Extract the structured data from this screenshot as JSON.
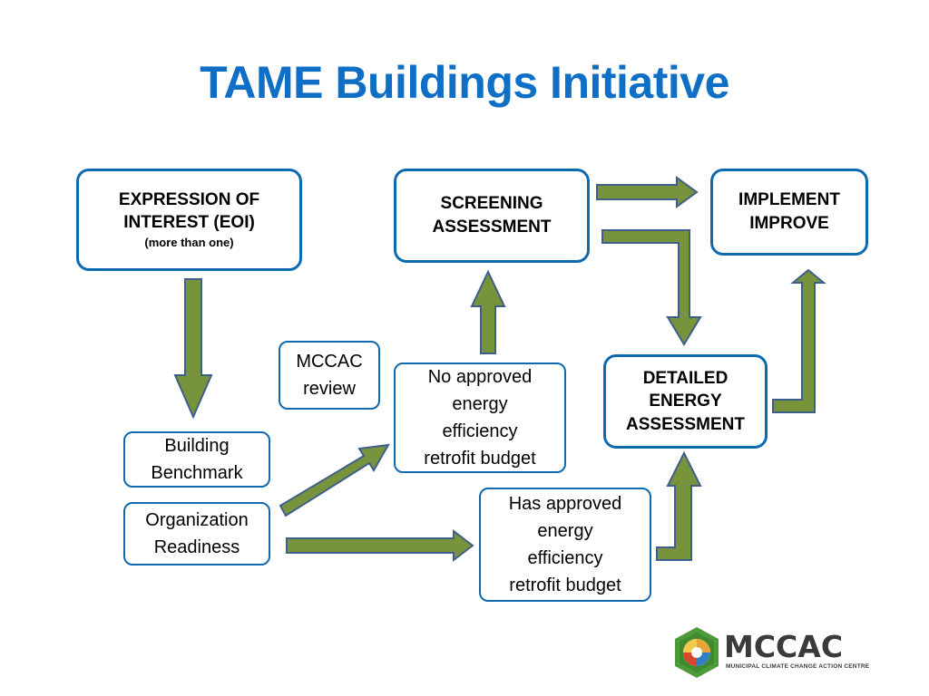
{
  "title": "TAME Buildings Initiative",
  "colors": {
    "title": "#0f6fc6",
    "box_border": "#0e6ab0",
    "arrow_fill": "#77933c",
    "arrow_stroke": "#3e5f8a"
  },
  "boxes": {
    "eoi": {
      "line1": "EXPRESSION OF",
      "line2": "INTEREST (EOI)",
      "note": "(more than one)"
    },
    "screening": {
      "line1": "SCREENING",
      "line2": "ASSESSMENT"
    },
    "implement": {
      "line1": "IMPLEMENT",
      "line2": "IMPROVE"
    },
    "mccac_review": {
      "line1": "MCCAC",
      "line2": "review"
    },
    "no_budget": {
      "line1": "No approved",
      "line2": "energy",
      "line3": "efficiency",
      "line4": "retrofit budget"
    },
    "detailed": {
      "line1": "DETAILED",
      "line2": "ENERGY",
      "line3": "ASSESSMENT"
    },
    "benchmark": {
      "line1": "Building",
      "line2": "Benchmark"
    },
    "readiness": {
      "line1": "Organization",
      "line2": "Readiness"
    },
    "has_budget": {
      "line1": "Has approved",
      "line2": "energy",
      "line3": "efficiency",
      "line4": "retrofit budget"
    }
  },
  "logo": {
    "name": "MCCAC",
    "subtitle": "MUNICIPAL CLIMATE CHANGE ACTION CENTRE",
    "icon": "hexagon-logo-icon"
  }
}
